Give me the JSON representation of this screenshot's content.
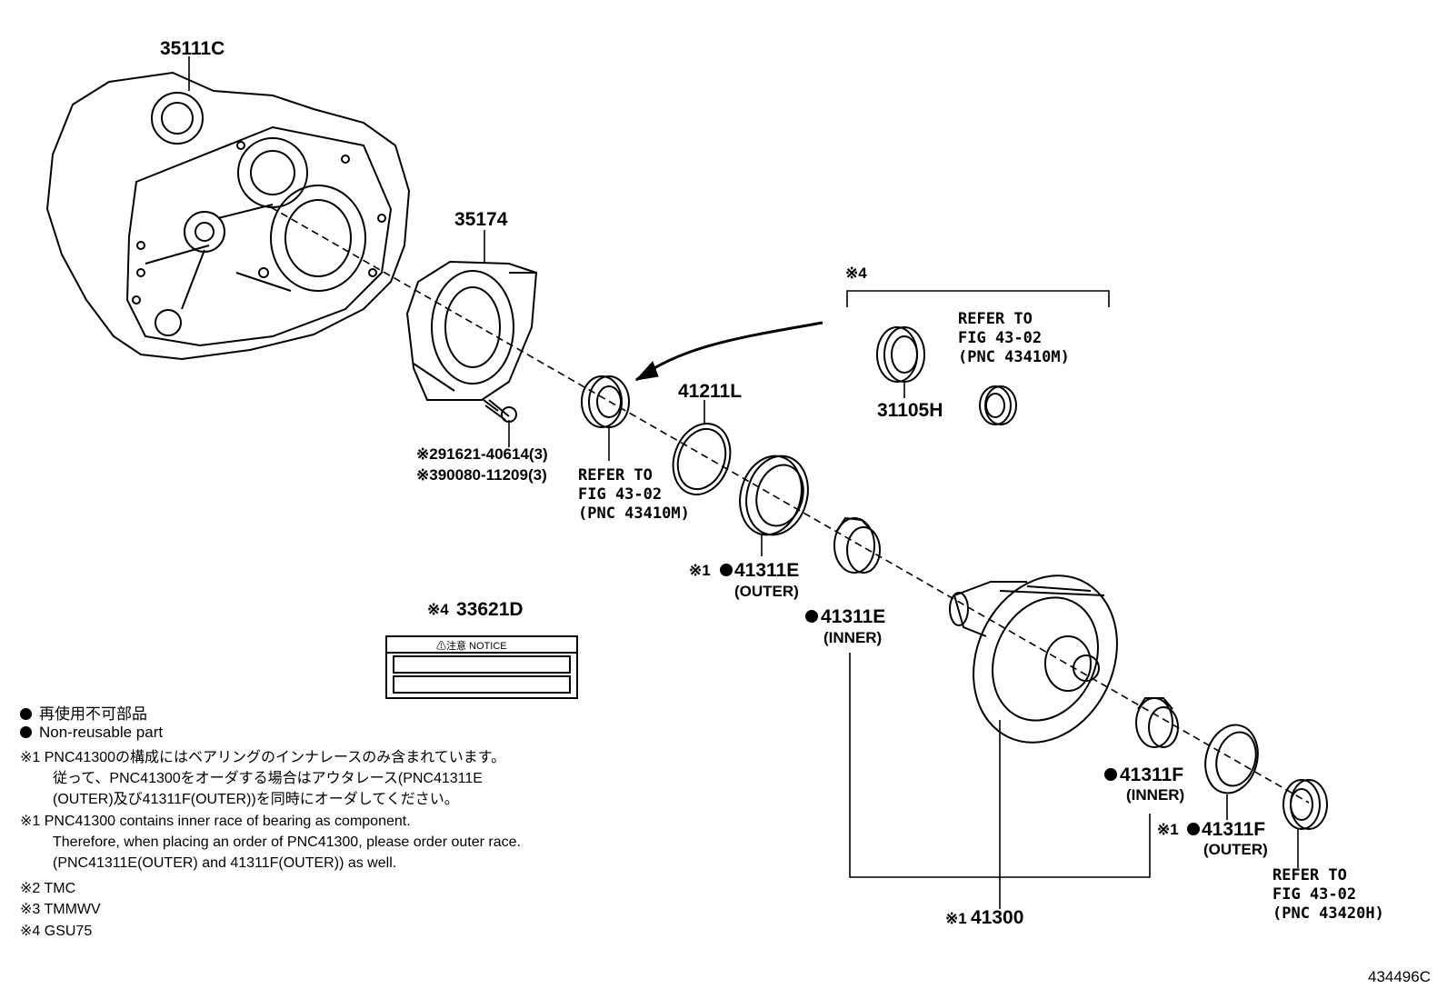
{
  "parts": {
    "case": "35111C",
    "retainer": "35174",
    "bolt_tmc": "※291621-40614(3)",
    "bolt_tmmwv": "※390080-11209(3)",
    "ring": "41211L",
    "outer_race_e": "41311E",
    "outer_race_e_prefix": "※1",
    "outer_label": "(OUTER)",
    "inner_race_e": "41311E",
    "inner_label": "(INNER)",
    "seal_gsu": "31105H",
    "inner_race_f": "41311F",
    "outer_race_f": "41311F",
    "outer_race_f_prefix": "※1",
    "differential": "41300",
    "differential_prefix": "※1",
    "notice_label_part": "33621D",
    "notice_label_prefix": "※4",
    "gsu_group_mark": "※4",
    "notice_label_text": "⚠注意  NOTICE"
  },
  "refs": {
    "left_seal": [
      "REFER TO",
      "FIG 43-02",
      "(PNC 43410M)"
    ],
    "top_seal": [
      "REFER TO",
      "FIG 43-02",
      "(PNC 43410M)"
    ],
    "right_seal": [
      "REFER TO",
      "FIG 43-02",
      "(PNC 43420H)"
    ]
  },
  "legend": {
    "jp": "再使用不可部品",
    "en": "Non-reusable part"
  },
  "notes": {
    "jp_line1": "※1 PNC41300の構成にはベアリングのインナレースのみ含まれています。",
    "jp_line2": "従って、PNC41300をオーダする場合はアウタレース(PNC41311E",
    "jp_line3": "(OUTER)及び41311F(OUTER))を同時にオーダしてください。",
    "en_line1": "※1 PNC41300 contains inner race of bearing as component.",
    "en_line2": "Therefore, when placing an order of PNC41300, please order outer race.",
    "en_line3": "(PNC41311E(OUTER) and 41311F(OUTER)) as well.",
    "note2": "※2 TMC",
    "note3": "※3 TMMWV",
    "note4": "※4 GSU75"
  },
  "illustration_code": "434496C"
}
